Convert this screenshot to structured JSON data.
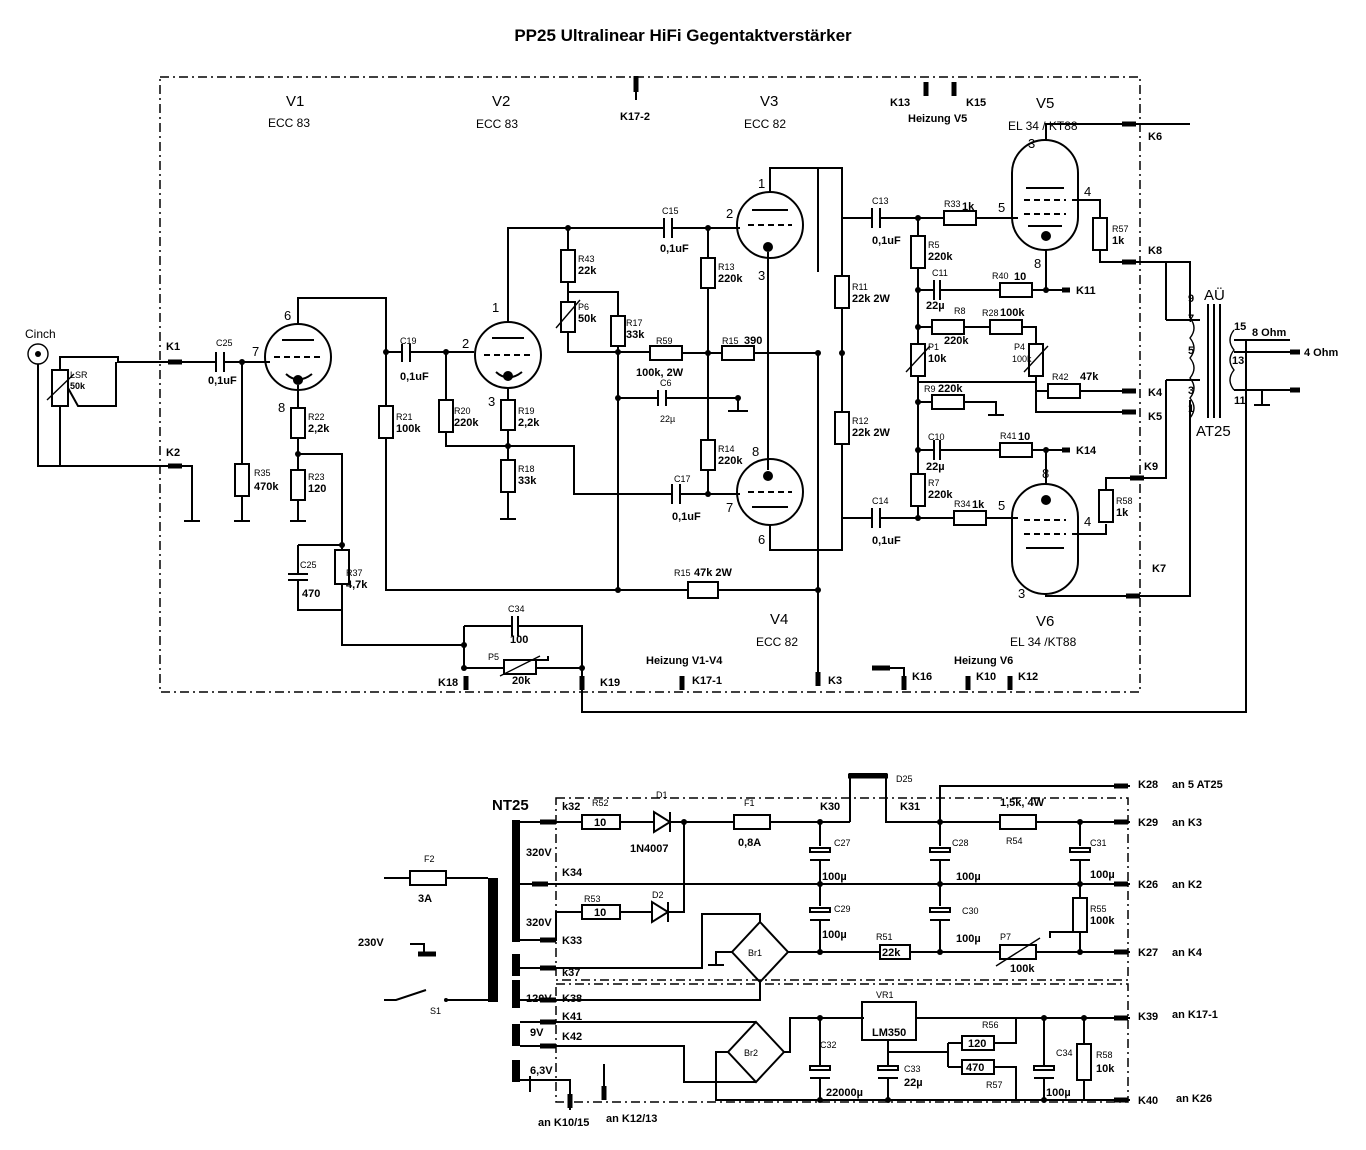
{
  "title": "PP25 Ultralinear HiFi Gegentaktverstärker",
  "tubes": [
    {
      "name": "V1",
      "type": "ECC 83"
    },
    {
      "name": "V2",
      "type": "ECC 83"
    },
    {
      "name": "V3",
      "type": "ECC 82"
    },
    {
      "name": "V4",
      "type": "ECC 82"
    },
    {
      "name": "V5",
      "type": "EL 34 / KT88"
    },
    {
      "name": "V6",
      "type": "EL 34 /KT88"
    }
  ],
  "input": {
    "jack": "Cinch",
    "pot": "LSR",
    "pot_value": "50k"
  },
  "components": {
    "C25": "C25",
    "C25v": "0,1uF",
    "R35": "R35",
    "R35v": "470k",
    "R22": "R22",
    "R22v": "2,2k",
    "R23": "R23",
    "R23v": "120",
    "C25b": "C25",
    "C25bv": "470",
    "R37": "R37",
    "R37v": "4,7k",
    "R21": "R21",
    "R21v": "100k",
    "C19": "C19",
    "C19v": "0,1uF",
    "R20": "R20",
    "R20v": "220k",
    "R19": "R19",
    "R19v": "2,2k",
    "R18": "R18",
    "R18v": "33k",
    "R43": "R43",
    "R43v": "22k",
    "P6": "P6",
    "P6v": "50k",
    "R17": "R17",
    "R17v": "33k",
    "C15": "C15",
    "C15v": "0,1uF",
    "R13": "R13",
    "R13v": "220k",
    "R59": "R59",
    "R59v": "100k, 2W",
    "R15": "R15",
    "R15v": "390",
    "C6": "C6",
    "C6v": "22µ",
    "R14": "R14",
    "R14v": "220k",
    "C17": "C17",
    "C17v": "0,1uF",
    "R15b": "R15",
    "R15bv": "47k 2W",
    "C34": "C34",
    "C34v": "100",
    "P5": "P5",
    "P5v": "20k",
    "R11": "R11",
    "R11v": "22k 2W",
    "R12": "R12",
    "R12v": "22k 2W",
    "C13": "C13",
    "C13v": "0,1uF",
    "C14": "C14",
    "C14v": "0,1uF",
    "R33": "R33",
    "R33v": "1k",
    "R34": "R34",
    "R34v": "1k",
    "R5": "R5",
    "R5v": "220k",
    "C11": "C11",
    "C11v": "22µ",
    "R40": "R40",
    "R40v": "10",
    "R8": "R8",
    "R8v": "220k",
    "R28": "R28",
    "R28v": "100k",
    "P1": "P1",
    "P1v": "10k",
    "P4": "P4",
    "P4v": "100k",
    "R42": "R42",
    "R42v": "47k",
    "R9": "R9",
    "R9v": "220k",
    "C10": "C10",
    "C10v": "22µ",
    "R41": "R41",
    "R41v": "10",
    "R7": "R7",
    "R7v": "220k",
    "R57": "R57",
    "R57v": "1k",
    "R58": "R58",
    "R58v": "1k"
  },
  "transformer": {
    "name": "AÜ",
    "model": "AT25",
    "tap_8": "8 Ohm",
    "tap_4": "4 Ohm",
    "pins": [
      "9",
      "7",
      "5",
      "3",
      "1",
      "15",
      "13",
      "11"
    ]
  },
  "terminals": [
    "K1",
    "K2",
    "K3",
    "K4",
    "K5",
    "K6",
    "K7",
    "K8",
    "K9",
    "K10",
    "K11",
    "K12",
    "K13",
    "K14",
    "K15",
    "K16",
    "K17-1",
    "K17-2",
    "K18",
    "K19"
  ],
  "heater_labels": {
    "v5": "Heizung V5",
    "v1v4": "Heizung V1-V4",
    "v6": "Heizung V6"
  },
  "psu": {
    "nt": "NT25",
    "fuse_f2": "F2",
    "fuse_f2v": "3A",
    "mains": "230V",
    "switch": "S1",
    "w1": "320V",
    "w2": "320V",
    "w3": "120V",
    "w4": "9V",
    "w5": "6,3V",
    "R52": "R52",
    "R52v": "10",
    "R53": "R53",
    "R53v": "10",
    "D1": "D1",
    "D1v": "1N4007",
    "D2": "D2",
    "F1": "F1",
    "F1v": "0,8A",
    "D25": "D25",
    "C27": "C27",
    "C27v": "100µ",
    "C28": "C28",
    "C28v": "100µ",
    "C29": "C29",
    "C29v": "100µ",
    "C30": "C30",
    "C30v": "100µ",
    "C31": "C31",
    "C31v": "100µ",
    "R54": "R54",
    "R54v": "1,5k, 4W",
    "R55": "R55",
    "R55v": "100k",
    "R51": "R51",
    "R51v": "22k",
    "P7": "P7",
    "P7v": "100k",
    "Br1": "Br1",
    "Br2": "Br2",
    "C32": "C32",
    "C32v": "22000µ",
    "VR1": "VR1",
    "VR1v": "LM350",
    "C33": "C33",
    "C33v": "22µ",
    "R56": "R56",
    "R56v": "120",
    "R57": "R57",
    "R57v": "470",
    "C34": "C34",
    "C34v": "100µ",
    "R58": "R58",
    "R58v": "10k",
    "terminals": [
      "k32",
      "K34",
      "K33",
      "k37",
      "K38",
      "K41",
      "K42",
      "K30",
      "K31"
    ],
    "out": [
      {
        "k": "K28",
        "to": "an 5 AT25"
      },
      {
        "k": "K29",
        "to": "an K3"
      },
      {
        "k": "K26",
        "to": "an K2"
      },
      {
        "k": "K27",
        "to": "an K4"
      },
      {
        "k": "K39",
        "to": "an K17-1"
      },
      {
        "k": "K40",
        "to": "an K26"
      }
    ],
    "bottom": [
      "an K10/15",
      "an K12/13"
    ]
  }
}
